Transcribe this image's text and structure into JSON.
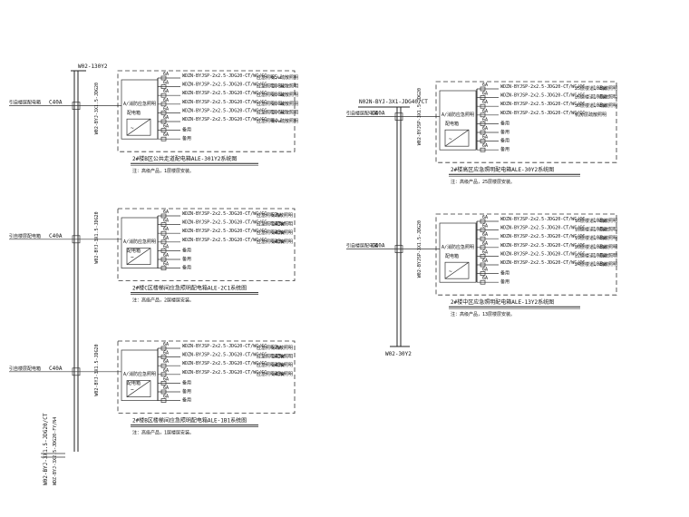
{
  "feeder_label": "W02-BYJ-3X1.5-JDG20/CT",
  "feeder_note": "WDZ-BYJ-3X2.5-JDG20-FY/N4",
  "left_column": {
    "bus_top_label": "W02-130Y2",
    "panels": [
      {
        "breaker": "C40A",
        "source_text": "引自楼层配电箱",
        "vert_label": "W02-BYJ-3X1.5-JDG20",
        "box_label": "A/消防应急照明",
        "box_sub": "配电箱",
        "circuits": [
          {
            "rating": "6A",
            "cable": "WDZN-BYJSP-2x2.5-JDG20-CT/WC/CC",
            "suffix": "应急照明, 疏散照明",
            "load": "65w"
          },
          {
            "rating": "6A",
            "cable": "WDZN-BYJSP-2x2.5-JDG20-CT/WC/CC",
            "suffix": "应急照明, 疏散照明",
            "load": "108w"
          },
          {
            "rating": "6A",
            "cable": "WDZN-BYJSP-2x2.5-JDG20-CT/WC/CC",
            "suffix": "应急照明, 疏散照明",
            "load": "108w"
          },
          {
            "rating": "6A",
            "cable": "WDZN-BYJSP-2x2.5-JDG20-CT/WC/CC",
            "suffix": "应急照明, 疏散照明",
            "load": "108w"
          },
          {
            "rating": "6A",
            "cable": "WDZN-BYJSP-2x2.5-JDG20-CT/WC/CC",
            "suffix": "应急照明, 疏散照明",
            "load": "106w"
          },
          {
            "rating": "6A",
            "cable": "WDZN-BYJSP-2x2.5-JDG20-CT/WC/CC",
            "suffix": "应急照明, 疏散照明",
            "load": "84w"
          },
          {
            "rating": "6A",
            "cable": "",
            "suffix": "备用",
            "load": ""
          },
          {
            "rating": "6A",
            "cable": "",
            "suffix": "备用",
            "load": ""
          }
        ],
        "title": "2#楼B区公共走道配电箱ALE-301Y2系统图",
        "note": "注：高级产品，1层楼层安装。"
      },
      {
        "breaker": "C40A",
        "source_text": "引自楼层配电箱",
        "vert_label": "W02-BYJ-3X1.5-JDG20",
        "box_label": "A/消防应急照明",
        "box_sub": "配电箱",
        "circuits": [
          {
            "rating": "6A",
            "cable": "WDZN-BYJSP-2x2.5-JDG20-CT/WC/CC",
            "suffix": "应急照明疏散照明",
            "load": "57w"
          },
          {
            "rating": "6A",
            "cable": "WDZN-BYJSP-2x2.5-JDG20-CT/WC/CC",
            "suffix": "应急照明疏散照明",
            "load": "143w"
          },
          {
            "rating": "6A",
            "cable": "WDZN-BYJSP-2x2.5-JDG20-CT/WC/CC",
            "suffix": "应急照明疏散照明",
            "load": "143w"
          },
          {
            "rating": "6A",
            "cable": "WDZN-BYJSP-2x2.5-JDG20-CT/WC/CC",
            "suffix": "应急照明疏散照明",
            "load": "143w"
          },
          {
            "rating": "6A",
            "cable": "",
            "suffix": "备用",
            "load": ""
          },
          {
            "rating": "6A",
            "cable": "",
            "suffix": "备用",
            "load": ""
          },
          {
            "rating": "6A",
            "cable": "",
            "suffix": "备用",
            "load": ""
          }
        ],
        "title": "2#楼C区楼梯间应急照明配电箱ALE-2C1系统图",
        "note": "注：高级产品，2层楼层安装。"
      },
      {
        "breaker": "C40A",
        "source_text": "引自楼层配电箱",
        "vert_label": "W02-BYJ-3X1.5-JDG20",
        "box_label": "A/消防应急照明",
        "box_sub": "配电箱",
        "circuits": [
          {
            "rating": "6A",
            "cable": "WDZN-BYJSP-2x2.5-JDG20-CT/WC/CC",
            "suffix": "应急照明疏散照明",
            "load": "57w"
          },
          {
            "rating": "6A",
            "cable": "WDZN-BYJSP-2x2.5-JDG20-CT/WC/CC",
            "suffix": "应急照明疏散照明",
            "load": "143w"
          },
          {
            "rating": "6A",
            "cable": "WDZN-BYJSP-2x2.5-JDG20-CT/WC/CC",
            "suffix": "应急照明疏散照明",
            "load": "143w"
          },
          {
            "rating": "6A",
            "cable": "WDZN-BYJSP-2x2.5-JDG20-CT/WC/CC",
            "suffix": "应急照明疏散照明",
            "load": "143w"
          },
          {
            "rating": "6A",
            "cable": "",
            "suffix": "备用",
            "load": ""
          },
          {
            "rating": "6A",
            "cable": "",
            "suffix": "备用",
            "load": ""
          },
          {
            "rating": "6A",
            "cable": "",
            "suffix": "备用",
            "load": ""
          }
        ],
        "title": "2#楼B区楼梯间应急照明配电箱ALE-1B1系统图",
        "note": "注：高级产品，1层楼层安装。"
      }
    ]
  },
  "right_column": {
    "bus_top_label": "N02N-BYJ-3X1-JDG40/CT",
    "bus_bottom_label": "W02-30Y2",
    "panels": [
      {
        "breaker": "C40A",
        "source_text": "引自楼层配电箱",
        "vert_label": "W02-BYJSP-3X1.5-JDG20",
        "box_label": "A/消防应急照明",
        "box_sub": "配电箱",
        "circuits": [
          {
            "rating": "6A",
            "cable": "WDZN-BYJSP-2x2.5-JDG20-CT/WC/CC",
            "suffix": "25层楼道, 疏散照明",
            "load": "106w"
          },
          {
            "rating": "6A",
            "cable": "WDZN-BYJSP-2x2.5-JDG20-CT/WC/CC",
            "suffix": "26层楼道, 疏散照明",
            "load": "106w"
          },
          {
            "rating": "6A",
            "cable": "WDZN-BYJSP-2x2.5-JDG20-CT/WC/CC",
            "suffix": "30层楼道, 疏散照明",
            "load": "106w"
          },
          {
            "rating": "6A",
            "cable": "WDZN-BYJSP-2x2.5-JDG20-CT/WC/CC",
            "suffix": "机房层疏散照明",
            "load": ""
          },
          {
            "rating": "6A",
            "cable": "",
            "suffix": "备用",
            "load": ""
          },
          {
            "rating": "6A",
            "cable": "",
            "suffix": "备用",
            "load": ""
          },
          {
            "rating": "6A",
            "cable": "",
            "suffix": "备用",
            "load": ""
          },
          {
            "rating": "6A",
            "cable": "",
            "suffix": "备用",
            "load": ""
          }
        ],
        "title": "2#楼高区应急照明配电箱ALE-30Y2系统图",
        "note": "注：高级产品，25层楼层安装。"
      },
      {
        "breaker": "C40A",
        "source_text": "引自楼层配电箱",
        "vert_label": "W02-BYJSP-3X1.5-JDG20",
        "box_label": "A/消防应急照明",
        "box_sub": "配电箱",
        "circuits": [
          {
            "rating": "6A",
            "cable": "WDZN-BYJSP-2x2.5-JDG20-CT/WC/CC",
            "suffix": "16层楼道, 疏散照明",
            "load": "106w"
          },
          {
            "rating": "6A",
            "cable": "WDZN-BYJSP-2x2.5-JDG20-CT/WC/CC",
            "suffix": "18层楼道, 疏散照明",
            "load": "106w"
          },
          {
            "rating": "6A",
            "cable": "WDZN-BYJSP-2x2.5-JDG20-CT/WC/CC",
            "suffix": "19层楼道, 疏散照明",
            "load": "106w"
          },
          {
            "rating": "6A",
            "cable": "WDZN-BYJSP-2x2.5-JDG20-CT/WC/CC",
            "suffix": "20层楼道, 疏散照明",
            "load": "106w"
          },
          {
            "rating": "6A",
            "cable": "WDZN-BYJSP-2x2.5-JDG20-CT/WC/CC",
            "suffix": "22层楼道, 疏散照明",
            "load": "106w"
          },
          {
            "rating": "6A",
            "cable": "WDZN-BYJSP-2x2.5-JDG20-CT/WC/CC",
            "suffix": "24层楼道, 疏散照明",
            "load": "106w"
          },
          {
            "rating": "6A",
            "cable": "",
            "suffix": "备用",
            "load": ""
          },
          {
            "rating": "6A",
            "cable": "",
            "suffix": "备用",
            "load": ""
          }
        ],
        "title": "2#楼中区应急照明配电箱ALE-13Y2系统图",
        "note": "注：高级产品，13层楼层安装。"
      }
    ]
  }
}
